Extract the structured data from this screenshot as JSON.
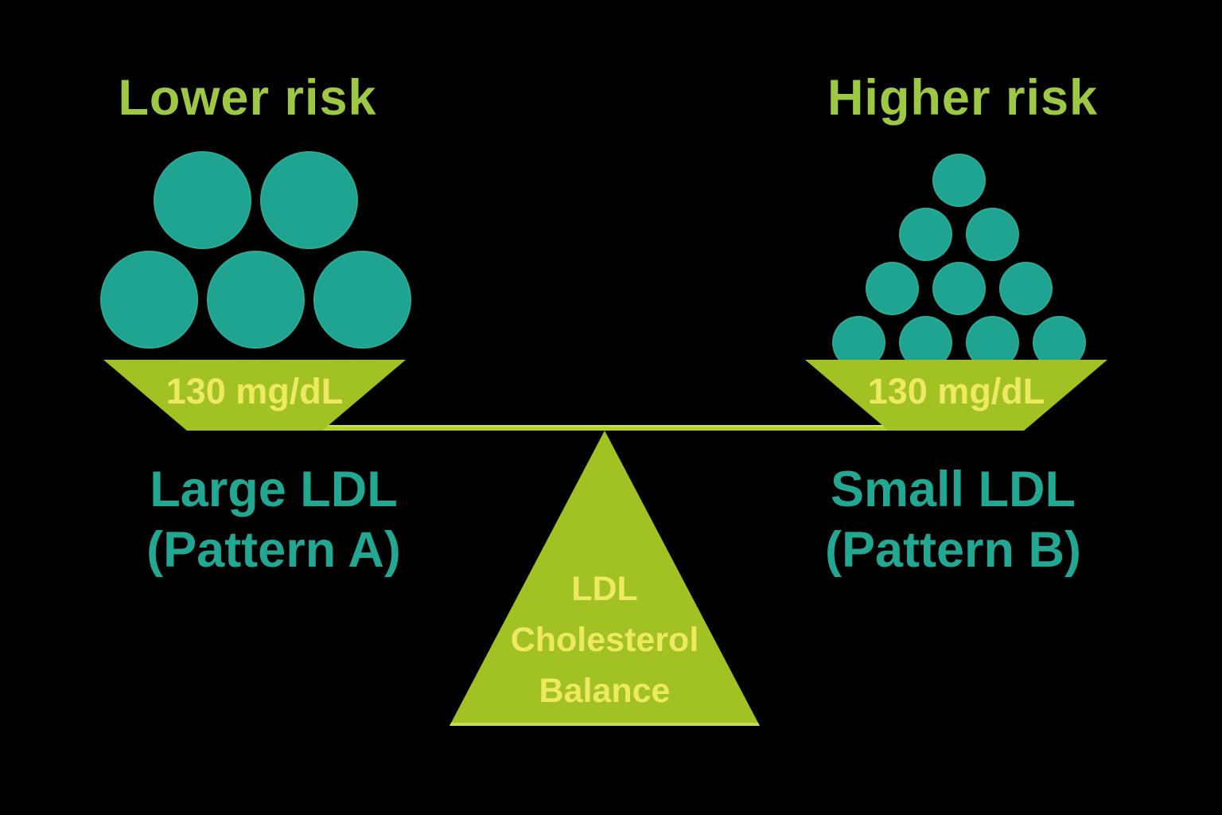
{
  "diagram": {
    "left_side": {
      "risk_label": "Lower risk",
      "pan_value": "130 mg/dL",
      "particle_type_line1": "Large LDL",
      "particle_type_line2": "(Pattern A)",
      "particle_count": 5,
      "particle_rows": [
        2,
        3
      ],
      "particle_size": "large"
    },
    "right_side": {
      "risk_label": "Higher risk",
      "pan_value": "130 mg/dL",
      "particle_type_line1": "Small LDL",
      "particle_type_line2": "(Pattern B)",
      "particle_count": 10,
      "particle_rows": [
        1,
        2,
        3,
        4
      ],
      "particle_size": "small"
    },
    "fulcrum_label_line1": "LDL",
    "fulcrum_label_line2": "Cholesterol",
    "fulcrum_label_line3": "Balance",
    "colors": {
      "background": "#000000",
      "particle_teal": "#1EA490",
      "label_teal": "#22A793",
      "shape_green": "#A2C122",
      "beam_green": "#B3D22C",
      "title_green": "#9CC843",
      "value_yellow": "#EDEA62"
    }
  }
}
